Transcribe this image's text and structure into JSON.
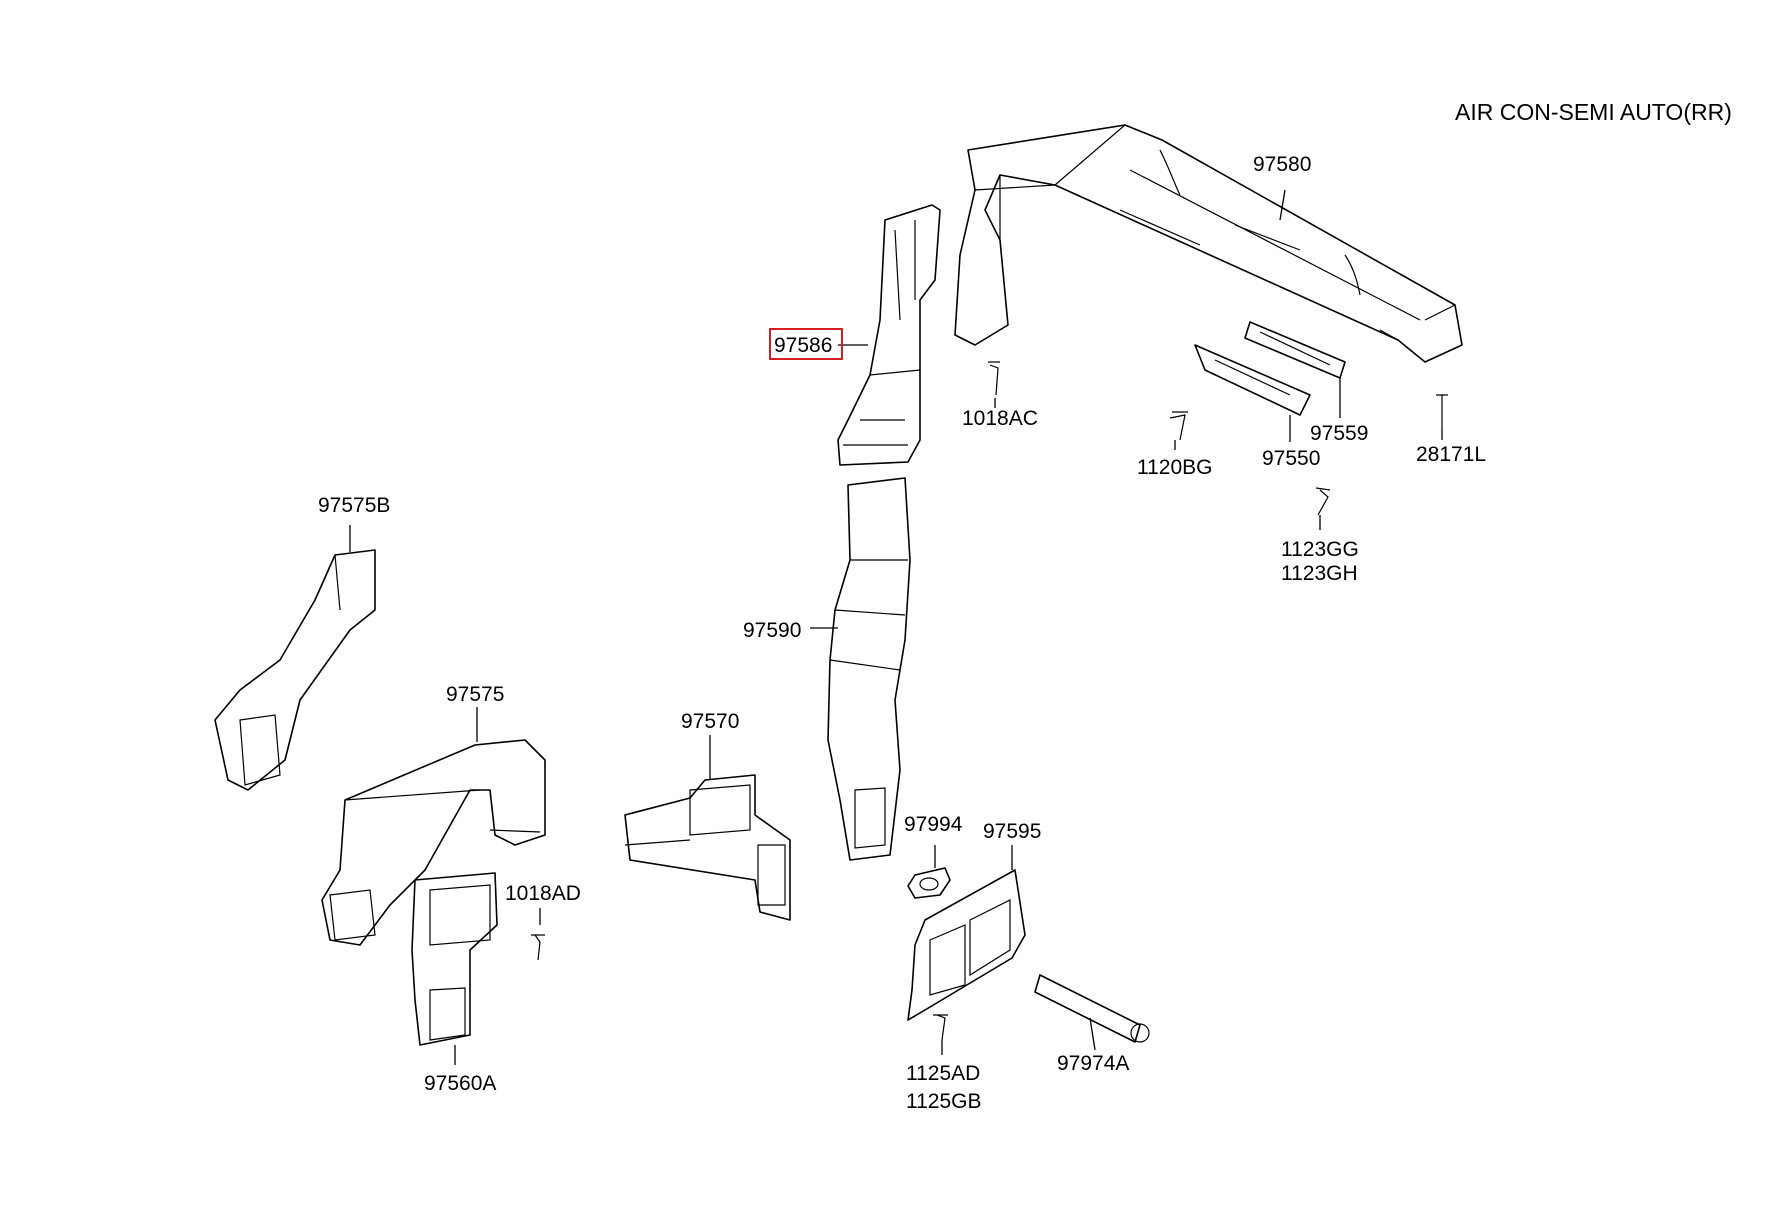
{
  "title": "AIR CON-SEMI AUTO(RR)",
  "highlight_color": "#d62020",
  "line_color": "#000000",
  "parts": {
    "p97580": "97580",
    "p97586": "97586",
    "p1018AC": "1018AC",
    "p1120BG": "1120BG",
    "p97559": "97559",
    "p97550": "97550",
    "p28171L": "28171L",
    "p1123GG": "1123GG",
    "p1123GH": "1123GH",
    "p97575B": "97575B",
    "p97590": "97590",
    "p97575": "97575",
    "p97570": "97570",
    "p1018AD": "1018AD",
    "p97994": "97994",
    "p97595": "97595",
    "p97560A": "97560A",
    "p1125AD": "1125AD",
    "p1125GB": "1125GB",
    "p97974A": "97974A"
  },
  "highlighted_part": "97586"
}
